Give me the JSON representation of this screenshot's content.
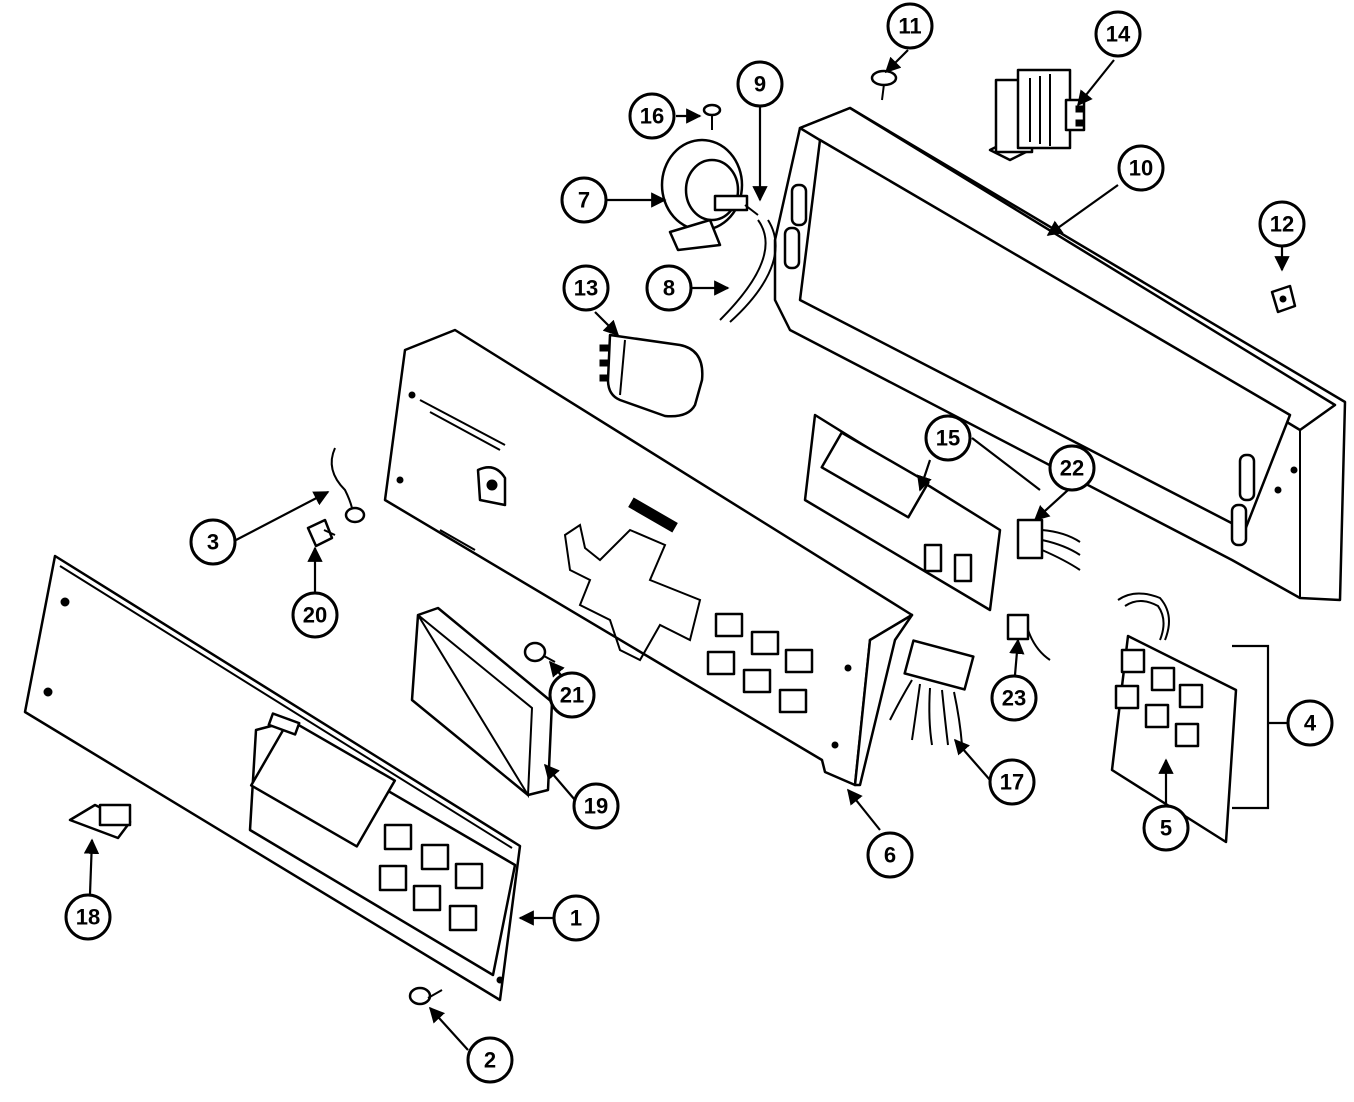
{
  "diagram": {
    "parts": [
      {
        "id": "1",
        "label": "1"
      },
      {
        "id": "2",
        "label": "2"
      },
      {
        "id": "3",
        "label": "3"
      },
      {
        "id": "4",
        "label": "4"
      },
      {
        "id": "5",
        "label": "5"
      },
      {
        "id": "6",
        "label": "6"
      },
      {
        "id": "7",
        "label": "7"
      },
      {
        "id": "8",
        "label": "8"
      },
      {
        "id": "9",
        "label": "9"
      },
      {
        "id": "10",
        "label": "10"
      },
      {
        "id": "11",
        "label": "11"
      },
      {
        "id": "12",
        "label": "12"
      },
      {
        "id": "13",
        "label": "13"
      },
      {
        "id": "14",
        "label": "14"
      },
      {
        "id": "15",
        "label": "15"
      },
      {
        "id": "16",
        "label": "16"
      },
      {
        "id": "17",
        "label": "17"
      },
      {
        "id": "18",
        "label": "18"
      },
      {
        "id": "19",
        "label": "19"
      },
      {
        "id": "20",
        "label": "20"
      },
      {
        "id": "21",
        "label": "21"
      },
      {
        "id": "22",
        "label": "22"
      },
      {
        "id": "23",
        "label": "23"
      }
    ]
  },
  "colors": {
    "ink": "#000000",
    "paper": "#ffffff"
  }
}
